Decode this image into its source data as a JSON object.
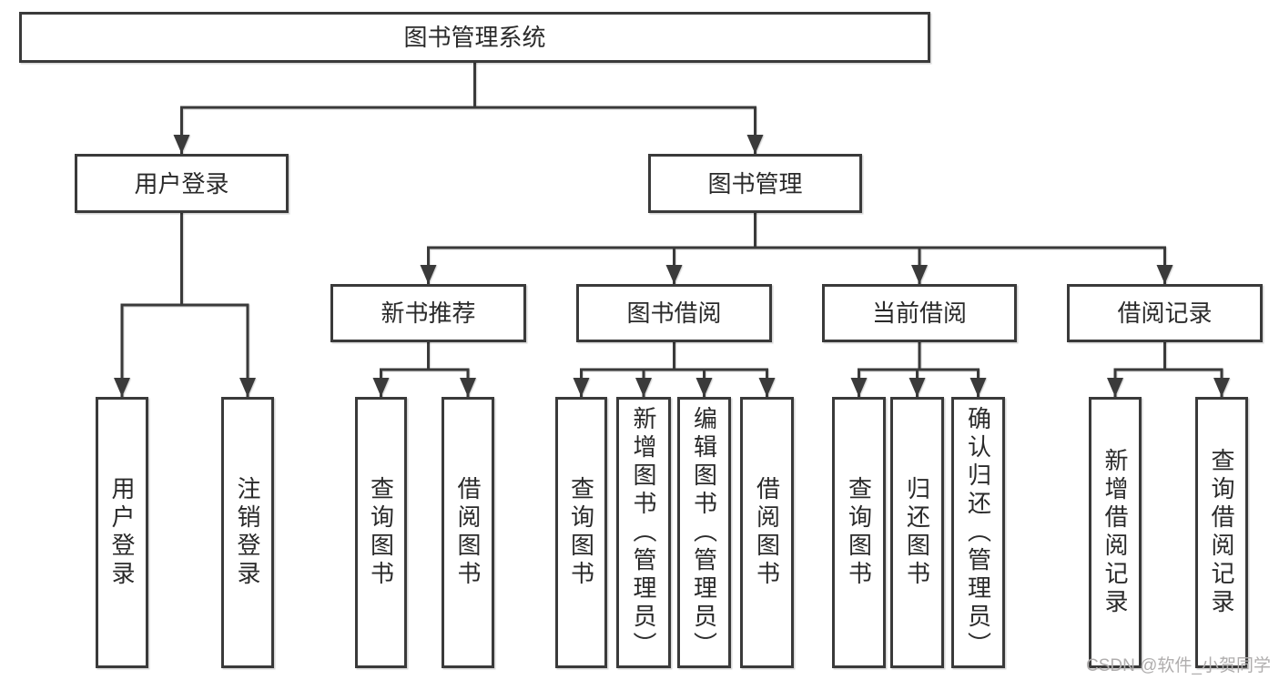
{
  "diagram": {
    "root": {
      "label": "图书管理系统"
    },
    "branches": [
      {
        "label": "用户登录",
        "children": [
          {
            "label": "用户登录"
          },
          {
            "label": "注销登录"
          }
        ]
      },
      {
        "label": "图书管理",
        "children": [
          {
            "label": "新书推荐",
            "children": [
              {
                "label": "查询图书"
              },
              {
                "label": "借阅图书"
              }
            ]
          },
          {
            "label": "图书借阅",
            "children": [
              {
                "label": "查询图书"
              },
              {
                "label": "新增图书（管理员）"
              },
              {
                "label": "编辑图书（管理员）"
              },
              {
                "label": "借阅图书"
              }
            ]
          },
          {
            "label": "当前借阅",
            "children": [
              {
                "label": "查询图书"
              },
              {
                "label": "归还图书"
              },
              {
                "label": "确认归还（管理员）"
              }
            ]
          },
          {
            "label": "借阅记录",
            "children": [
              {
                "label": "新增借阅记录"
              },
              {
                "label": "查询借阅记录"
              }
            ]
          }
        ]
      }
    ]
  },
  "watermark": {
    "text": "CSDN @软件_小贺同学"
  },
  "colors": {
    "line": "#3a3a3a",
    "text": "#2a2a2a",
    "watermark": "#b0aeae",
    "background": "#ffffff"
  }
}
